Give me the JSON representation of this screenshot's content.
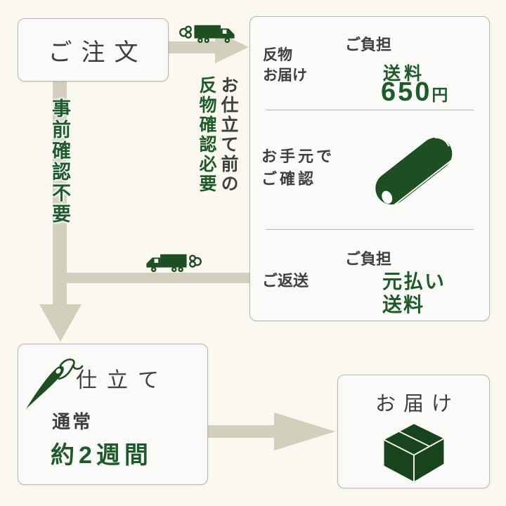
{
  "colors": {
    "background": "#fbf9ef",
    "box_background": "#fafaf8",
    "box_border": "#b9b8b0",
    "arrow_beige": "#d2d0bd",
    "accent_green": "#1d5c28",
    "text_dark": "#3f3f3f",
    "divider_gray": "#b5b5b3"
  },
  "flow": {
    "order": {
      "label": "ご注文"
    },
    "precheck_note": "事前確認不要",
    "vertical_note": {
      "dark_column": "お仕立て前の",
      "green_column": "反物確認必要"
    },
    "explain": {
      "delivery": {
        "label_line1": "反物",
        "label_line2": "お届け",
        "burden": "ご負担",
        "fee_label": "送料",
        "fee_amount": "650",
        "fee_unit": "円"
      },
      "check": {
        "label_line1": "お手元で",
        "label_line2": "ご確認",
        "icon": "fabric-roll-icon"
      },
      "return": {
        "label": "ご返送",
        "burden": "ご負担",
        "fee_line1": "元払い",
        "fee_line2": "送料"
      }
    },
    "tailor": {
      "label": "仕立て",
      "duration_label": "通常",
      "duration_value": "約2週間",
      "icon": "needle-icon"
    },
    "deliver": {
      "label": "お届け",
      "icon": "parcel-icon"
    },
    "icons": {
      "outbound_truck": "truck-right-icon",
      "return_truck": "truck-left-icon"
    }
  }
}
